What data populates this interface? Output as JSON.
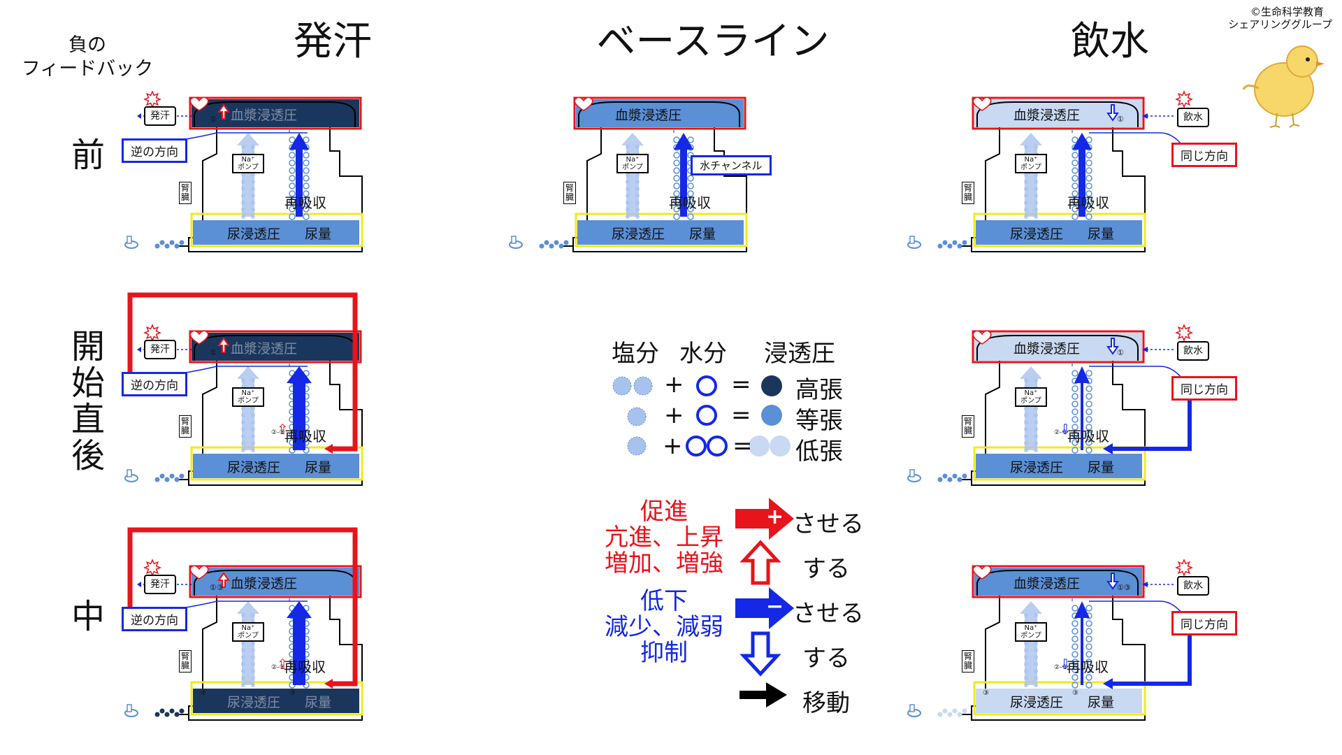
{
  "copyright": "©生命科学教育",
  "org": "シェアリンググループ",
  "feedback_label": [
    "負の",
    "フィードバック"
  ],
  "columns": {
    "sweat": "発汗",
    "baseline": "ベースライン",
    "drink": "飲水"
  },
  "rows": {
    "before": "前",
    "start": "開始直後",
    "during": "中"
  },
  "labels": {
    "plasma_osmolality": "血漿浸透圧",
    "urine_osmolality": "尿浸透圧",
    "urine_volume": "尿量",
    "reabsorption": "再吸収",
    "na_pump": [
      "Na⁺",
      "ポンプ"
    ],
    "water_channel": "水チャンネル",
    "kidney": [
      "腎",
      "臓"
    ],
    "sweating": "発汗",
    "drinking": "飲水",
    "opposite_direction": "逆の方向",
    "same_direction": "同じ方向",
    "mark1": "①",
    "mark3": "③",
    "mark23": "②-③",
    "mark13": "①③"
  },
  "legend": {
    "headers": [
      "塩分",
      "水分",
      "浸透圧"
    ],
    "rows": [
      {
        "op1": "+",
        "op2": "=",
        "result": "高張"
      },
      {
        "op1": "+",
        "op2": "=",
        "result": "等張"
      },
      {
        "op1": "+",
        "op2": "=",
        "result": "低張"
      }
    ],
    "promote": [
      "促進",
      "亢進、上昇",
      "増加、増強"
    ],
    "suppress": [
      "低下",
      "減少、減弱",
      "抑制"
    ],
    "make_increase": "させる",
    "increase": "する",
    "make_decrease": "させる",
    "decrease": "する",
    "move": "移動",
    "plus_sign": "+",
    "minus_sign": "−"
  },
  "colors": {
    "red": "#e8141b",
    "blue": "#1428e6",
    "navy": "#1b365d",
    "mid": "#5b8fd6",
    "light": "#c9d9f2",
    "yellow": "#f2ea1a"
  }
}
